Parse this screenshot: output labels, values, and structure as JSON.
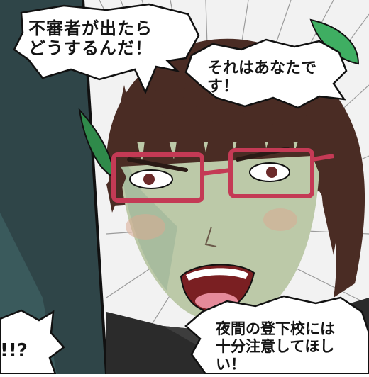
{
  "manga_panel": {
    "speech_top_left": "不審者が出たら\nどうするんだ！",
    "speech_top_right": "それはあなたです！",
    "speech_bottom_right": "夜間の登下校には\n十分注意してほしい！",
    "speech_cut_left": "!!?"
  },
  "colors": {
    "hair": "#4a2c24",
    "skin": "#bcc9a8",
    "glasses": "#c43a55",
    "hair_clip": "#2f8a4a",
    "background_left": "#2f4548"
  }
}
